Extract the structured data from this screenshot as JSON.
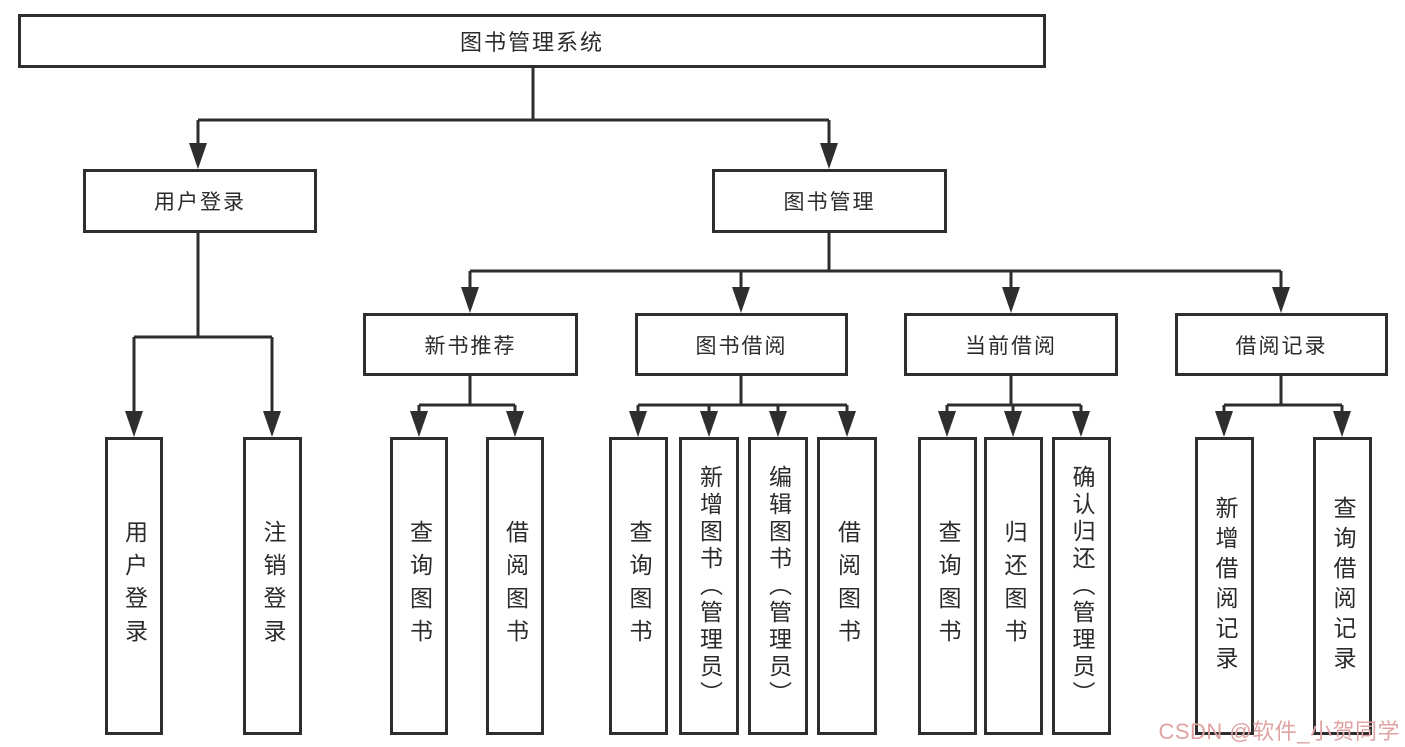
{
  "tree": {
    "root": {
      "label": "图书管理系统"
    },
    "branches": [
      {
        "label": "用户登录",
        "children": [
          {
            "label": "用户登录"
          },
          {
            "label": "注销登录"
          }
        ]
      },
      {
        "label": "图书管理",
        "children": [
          {
            "label": "新书推荐",
            "children": [
              {
                "label": "查询图书"
              },
              {
                "label": "借阅图书"
              }
            ]
          },
          {
            "label": "图书借阅",
            "children": [
              {
                "label": "查询图书"
              },
              {
                "label": "新增图书（管理员）"
              },
              {
                "label": "编辑图书（管理员）"
              },
              {
                "label": "借阅图书"
              }
            ]
          },
          {
            "label": "当前借阅",
            "children": [
              {
                "label": "查询图书"
              },
              {
                "label": "归还图书"
              },
              {
                "label": "确认归还（管理员）"
              }
            ]
          },
          {
            "label": "借阅记录",
            "children": [
              {
                "label": "新增借阅记录"
              },
              {
                "label": "查询借阅记录"
              }
            ]
          }
        ]
      }
    ]
  },
  "watermark": {
    "text": "CSDN @软件_小贺同学"
  },
  "colors": {
    "line": "#2e2e2e",
    "node_border": "#2e2e2e",
    "text": "#2b2b2b",
    "watermark": "#dfa3a3",
    "background": "#ffffff"
  }
}
